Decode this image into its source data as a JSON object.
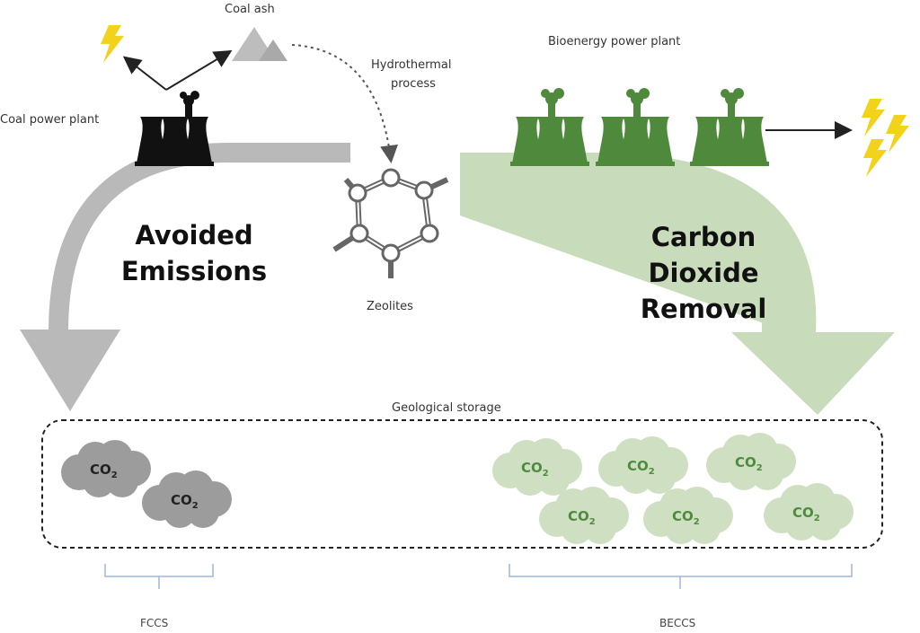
{
  "labels": {
    "coal_ash": "Coal ash",
    "coal_power_plant": "Coal power plant",
    "hydrothermal_line1": "Hydrothermal",
    "hydrothermal_line2": "process",
    "bioenergy_power_plant": "Bioenergy power plant",
    "zeolites": "Zeolites",
    "geological_storage": "Geological storage",
    "fccs": "FCCS",
    "beccs": "BECCS"
  },
  "headings": {
    "avoided_line1": "Avoided",
    "avoided_line2": "Emissions",
    "cdr_line1": "Carbon",
    "cdr_line2": "Dioxide",
    "cdr_line3": "Removal"
  },
  "co2": {
    "base": "CO",
    "sub": "2"
  },
  "colors": {
    "grey_arrow": "#b9b9b9",
    "green_arrow": "#c8dcbb",
    "green_plant": "#4f8a3c",
    "coal_plant": "#111111",
    "grey_cloud": "#9c9c9c",
    "green_cloud": "#cfe0c2",
    "green_cloud_text": "#4e8b3e",
    "lightning": "#f2d21a",
    "brace": "#9fb6d8"
  },
  "icons": [
    "lightning-icon",
    "coal-ash-pile-icon",
    "coal-power-plant-icon",
    "bioenergy-power-plant-icon",
    "zeolite-structure-icon",
    "co2-cloud-icon"
  ]
}
